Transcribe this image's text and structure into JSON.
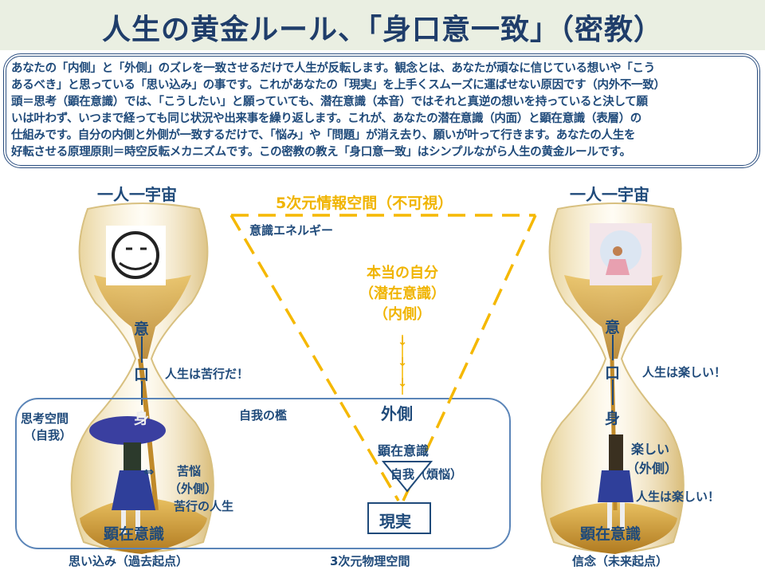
{
  "title": "人生の黄金ルール、「身口意一致」（密教）",
  "intro_lines": [
    "あなたの「内側」と「外側」のズレを一致させるだけで人生が反転します。観念とは、あなたが頑なに信じている想いや「こう",
    "あるべき」と思っている「思い込み」の事です。これがあなたの「現実」を上手くスムーズに運ばせない原因です（内外不一致）",
    "頭＝思考（顕在意識）では、「こうしたい」と願っていても、潜在意識（本音）ではそれと真逆の想いを持っていると決して願",
    "いは叶わず、いつまで経っても同じ状況や出来事を繰り返します。これが、あなたの潜在意識（内面）と顕在意識（表層）の",
    "仕組みです。自分の内側と外側が一致するだけで、「悩み」や「問題」が消え去り、願いが叶って行きます。あなたの人生を",
    "好転させる原理原則＝時空反転メカニズムです。この密教の教え「身口意一致」はシンプルながら人生の黄金ルールです。"
  ],
  "left": {
    "heading": "一人一宇宙",
    "axis": [
      "意",
      "口",
      "身"
    ],
    "remark": "人生は苦行だ！",
    "thought_space": [
      "思考空間",
      "（自我）"
    ],
    "arrow": "⇔",
    "suffering": [
      "苦悩",
      "（外側）",
      "苦行の人生"
    ],
    "bottom": "顕在意識",
    "caption": "思い込み（過去起点）"
  },
  "center": {
    "top_label": "5次元情報空間（不可視）",
    "energy": "意識エネルギー",
    "true_self": [
      "本当の自分",
      "（潜在意識）",
      "（内側）"
    ],
    "down_arrows": [
      "↓",
      "↓",
      "↓"
    ],
    "cage": "自我の檻",
    "outside": "外側",
    "conscious": "顕在意識",
    "ego": "自我（煩悩）",
    "reality": "現実",
    "caption": "3次元物理空間"
  },
  "right": {
    "heading": "一人一宇宙",
    "axis": [
      "意",
      "口",
      "身"
    ],
    "remark": "人生は楽しい！",
    "fun": [
      "楽しい",
      "（外側）"
    ],
    "remark2": "人生は楽しい！",
    "bottom": "顕在意識",
    "caption": "信念（未来起点）"
  },
  "colors": {
    "navy": "#1f4a7a",
    "gold": "#f0b400",
    "title_bg": "#eaefe2"
  }
}
